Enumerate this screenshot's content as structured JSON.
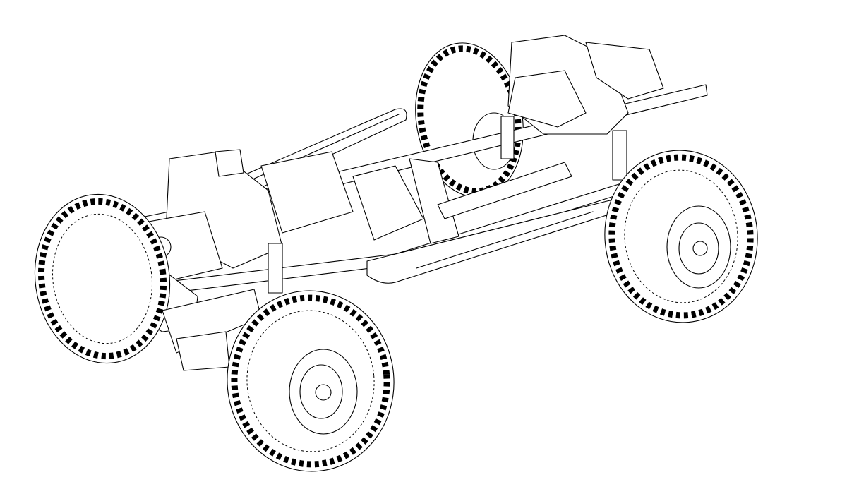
{
  "illustration": {
    "subject": "rc-crawler-chassis-line-drawing",
    "colors": {
      "background": "#ffffff",
      "line": "#000000"
    },
    "wheels": [
      {
        "name": "rear-left-wheel"
      },
      {
        "name": "front-left-wheel"
      },
      {
        "name": "rear-right-wheel"
      },
      {
        "name": "front-right-wheel"
      }
    ]
  }
}
